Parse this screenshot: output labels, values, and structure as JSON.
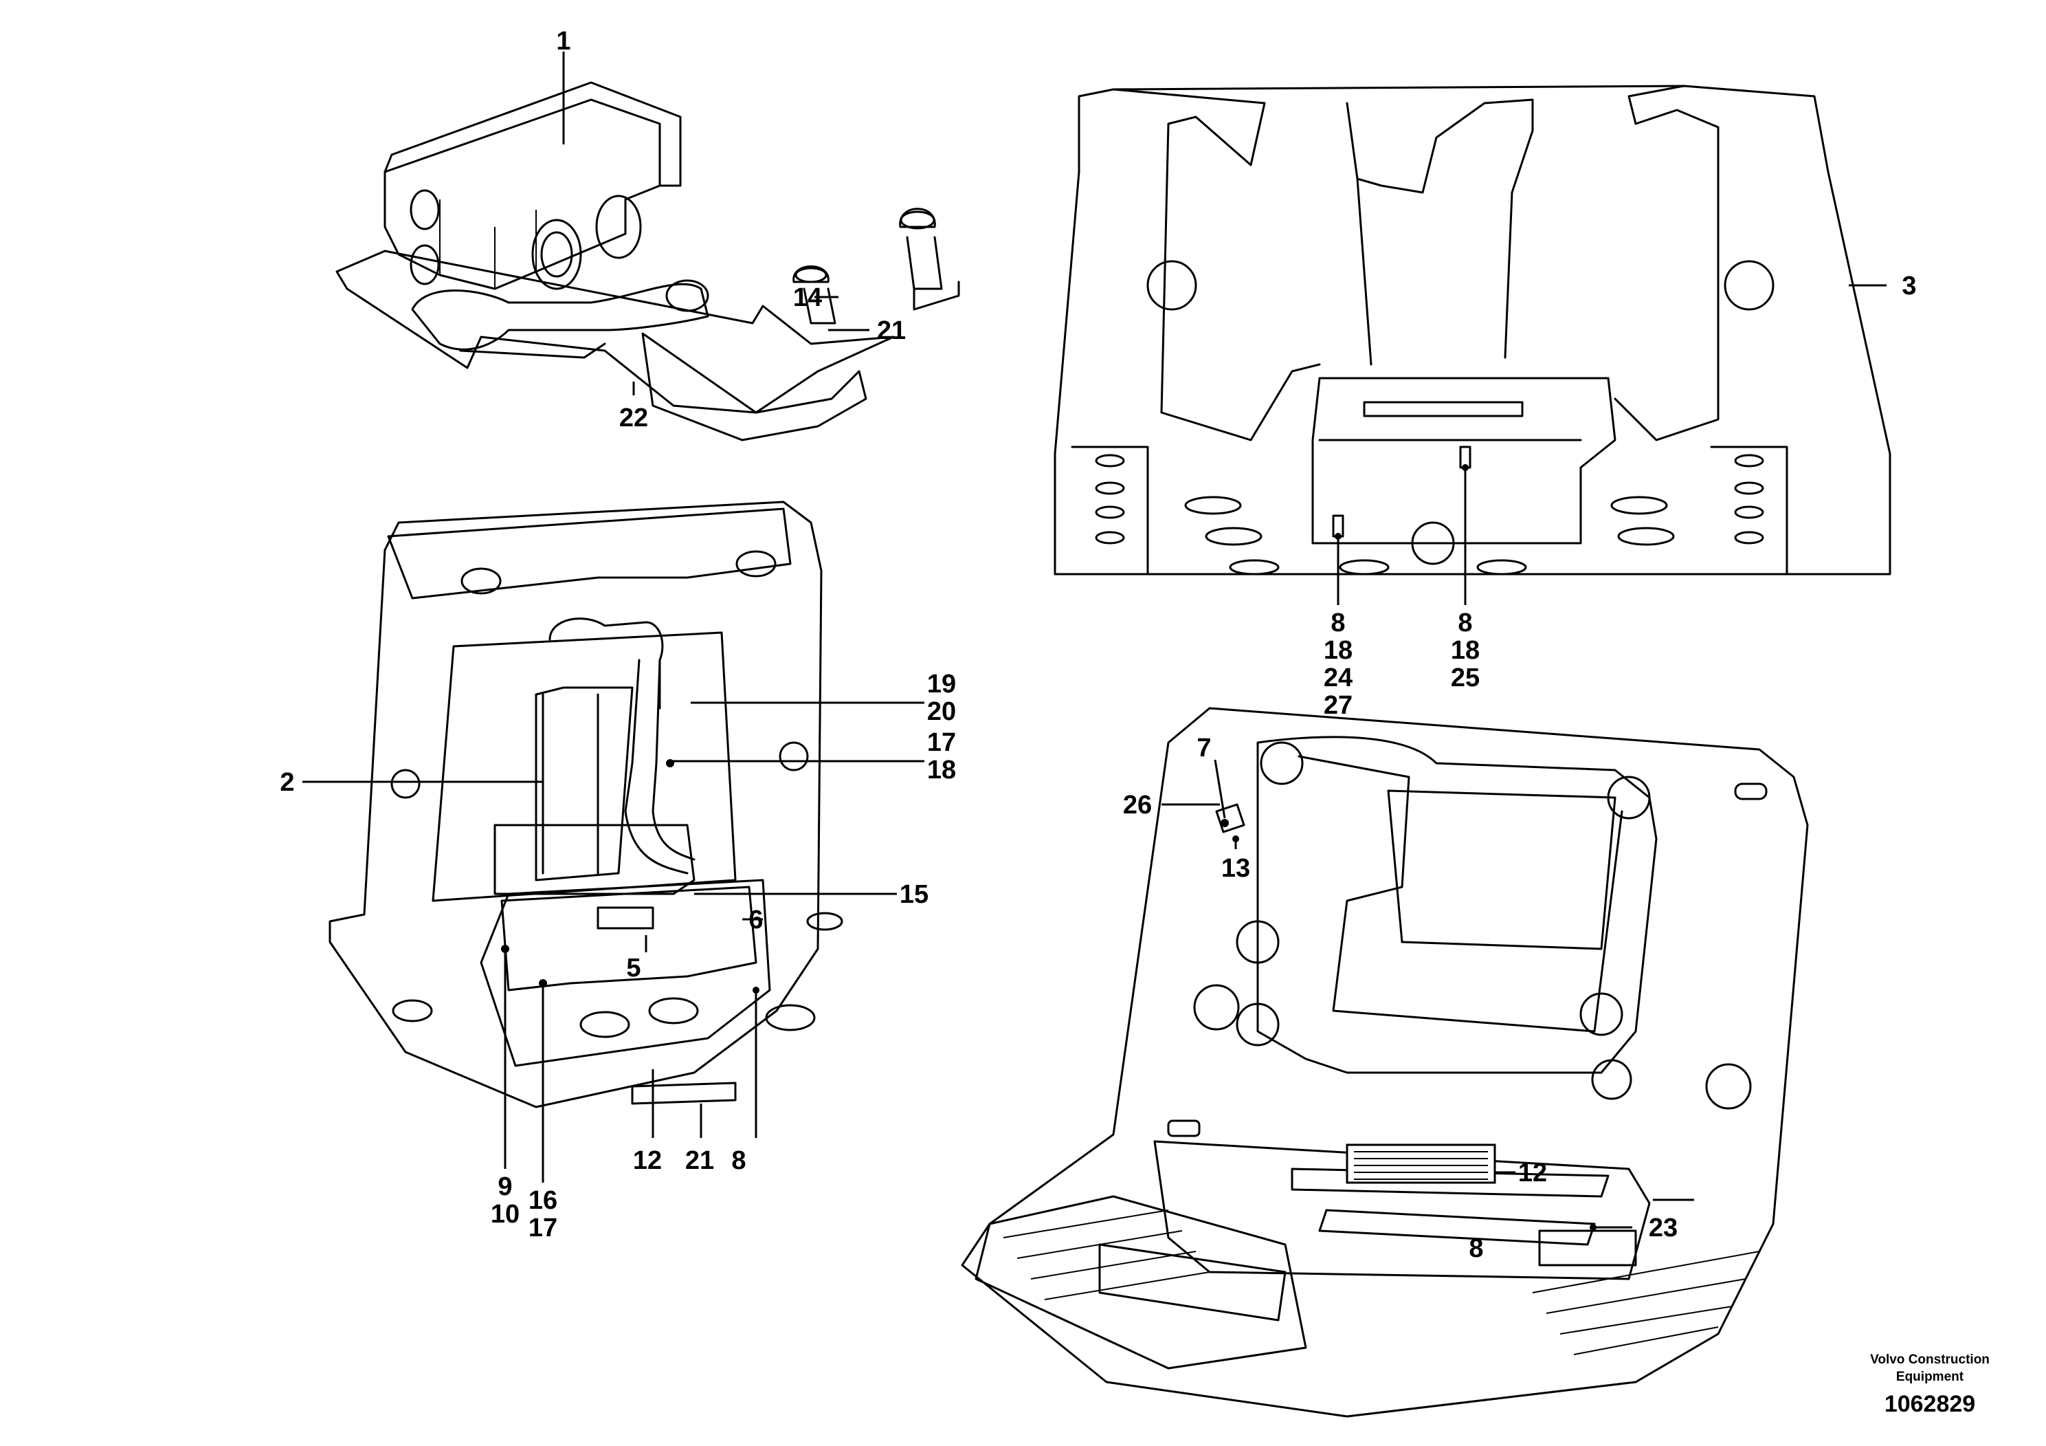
{
  "callouts": {
    "c1": "1",
    "c14": "14",
    "c21a": "21",
    "c22": "22",
    "c3": "3",
    "c8a": "8",
    "c18a": "18",
    "c24": "24",
    "c27": "27",
    "c8b": "8",
    "c18b": "18",
    "c25": "25",
    "c19": "19",
    "c20": "20",
    "c2": "2",
    "c17a": "17",
    "c18c": "18",
    "c15": "15",
    "c6": "6",
    "c5": "5",
    "c9": "9",
    "c10": "10",
    "c16": "16",
    "c17b": "17",
    "c12a": "12",
    "c21b": "21",
    "c8c": "8",
    "c7": "7",
    "c26": "26",
    "c13": "13",
    "c12b": "12",
    "c23": "23",
    "c8d": "8"
  },
  "footer": {
    "credit_line1": "Volvo Construction",
    "credit_line2": "Equipment",
    "doc_number": "1062829"
  }
}
